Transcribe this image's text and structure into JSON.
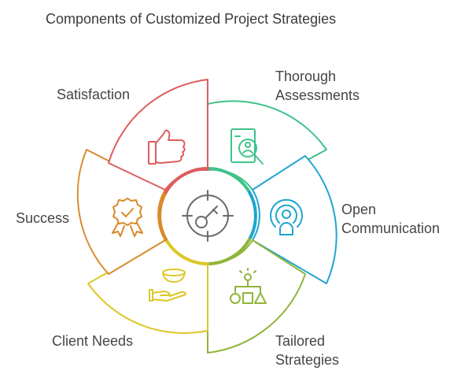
{
  "title": "Components of Customized Project Strategies",
  "segments": [
    {
      "id": "thorough-assessments",
      "lines": [
        "Thorough",
        "Assessments"
      ],
      "color": "#3dc38a",
      "icon": "magnifier-document-icon"
    },
    {
      "id": "open-communication",
      "lines": [
        "Open",
        "Communication"
      ],
      "color": "#1fa5cf",
      "icon": "broadcast-icon"
    },
    {
      "id": "tailored-strategies",
      "lines": [
        "Tailored",
        "Strategies"
      ],
      "color": "#8fb53a",
      "icon": "idea-shapes-icon"
    },
    {
      "id": "client-needs",
      "lines": [
        "Client Needs"
      ],
      "color": "#dcc726",
      "icon": "bowl-hand-icon"
    },
    {
      "id": "success",
      "lines": [
        "Success"
      ],
      "color": "#d98a2b",
      "icon": "award-badge-icon"
    },
    {
      "id": "satisfaction",
      "lines": [
        "Satisfaction"
      ],
      "color": "#dd5d5d",
      "icon": "thumbs-up-icon"
    }
  ],
  "center": {
    "icon": "target-key-icon",
    "color": "#6b6b6b"
  }
}
